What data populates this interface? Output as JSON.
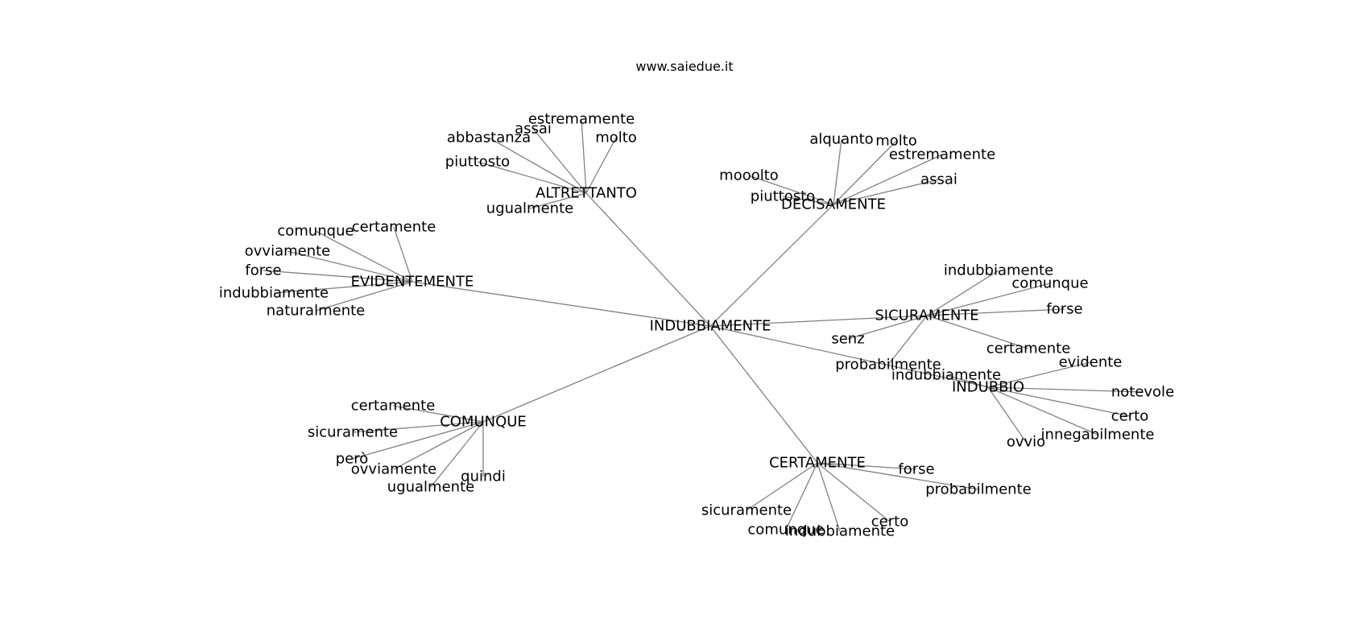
{
  "title": "www.saiedue.it",
  "graph": {
    "center": "INDUBBIAMENTE",
    "hubs": [
      {
        "id": "altrettanto",
        "label": "ALTRETTANTO",
        "parent": "center",
        "leaves": [
          "estremamente",
          "assai",
          "abbastanza",
          "molto",
          "piuttosto",
          "ugualmente"
        ]
      },
      {
        "id": "decisamente",
        "label": "DECISAMENTE",
        "parent": "center",
        "leaves": [
          "alquanto",
          "molto",
          "estremamente",
          "mooolto",
          "piuttosto",
          "assai"
        ]
      },
      {
        "id": "evidentemente",
        "label": "EVIDENTEMENTE",
        "parent": "center",
        "leaves": [
          "comunque",
          "certamente",
          "ovviamente",
          "forse",
          "indubbiamente",
          "naturalmente"
        ]
      },
      {
        "id": "sicuramente",
        "label": "SICURAMENTE",
        "parent": "center",
        "leaves": [
          "indubbiamente",
          "comunque",
          "forse",
          "senz",
          "certamente",
          "probabilmente"
        ]
      },
      {
        "id": "indubbio",
        "label": "INDUBBIO",
        "parent": "center",
        "leaves": [
          "indubbiamente",
          "evidente",
          "notevole",
          "certo",
          "innegabilmente",
          "ovvio"
        ]
      },
      {
        "id": "comunque",
        "label": "COMUNQUE",
        "parent": "center",
        "leaves": [
          "certamente",
          "sicuramente",
          "però",
          "ovviamente",
          "ugualmente",
          "quindi"
        ]
      },
      {
        "id": "certamente",
        "label": "CERTAMENTE",
        "parent": "center",
        "leaves": [
          "forse",
          "probabilmente",
          "sicuramente",
          "comunque",
          "indubbiamente",
          "certo"
        ]
      }
    ]
  },
  "colors": {
    "edge": "#808080",
    "text": "#000000",
    "background": "#ffffff"
  }
}
